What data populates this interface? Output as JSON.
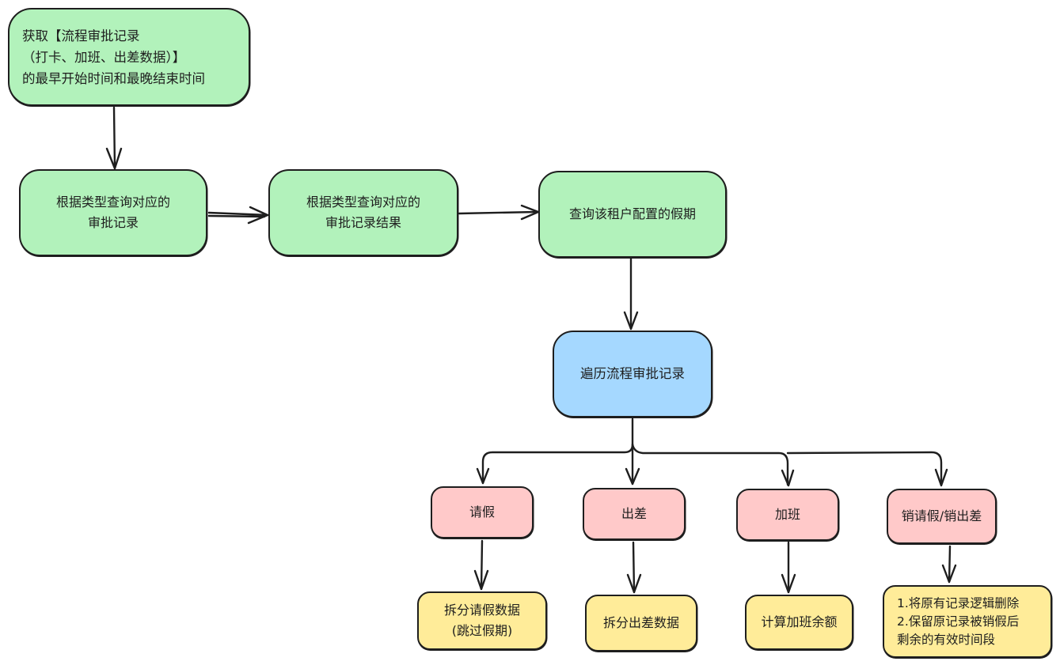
{
  "diagram": {
    "type": "flowchart",
    "style": "hand-drawn",
    "colors": {
      "stroke": "#1e1e1e",
      "green": "#b2f2bb",
      "blue": "#a5d8ff",
      "pink": "#ffc9c9",
      "yellow": "#ffec99"
    },
    "nodes": {
      "fetch": {
        "label": "获取【流程审批记录\n（打卡、加班、出差数据）】\n的最早开始时间和最晚结束时间",
        "color": "green"
      },
      "query": {
        "label": "根据类型查询对应的\n审批记录",
        "color": "green"
      },
      "result": {
        "label": "根据类型查询对应的\n审批记录结果",
        "color": "green"
      },
      "holiday": {
        "label": "查询该租户配置的假期",
        "color": "green"
      },
      "iterate": {
        "label": "遍历流程审批记录",
        "color": "blue"
      },
      "leave": {
        "label": "请假",
        "color": "pink"
      },
      "trip": {
        "label": "出差",
        "color": "pink"
      },
      "overtime": {
        "label": "加班",
        "color": "pink"
      },
      "cancel": {
        "label": "销请假/销出差",
        "color": "pink"
      },
      "split_leave": {
        "label": "拆分请假数据\n(跳过假期)",
        "color": "yellow"
      },
      "split_trip": {
        "label": "拆分出差数据",
        "color": "yellow"
      },
      "ot_calc": {
        "label": "计算加班余额",
        "color": "yellow"
      },
      "cancel_desc": {
        "label": "1.将原有记录逻辑删除\n2.保留原记录被销假后\n剩余的有效时间段",
        "color": "yellow"
      }
    },
    "edges": [
      {
        "from": "fetch",
        "to": "query"
      },
      {
        "from": "query",
        "to": "result"
      },
      {
        "from": "result",
        "to": "holiday"
      },
      {
        "from": "holiday",
        "to": "iterate"
      },
      {
        "from": "iterate",
        "to": "leave"
      },
      {
        "from": "iterate",
        "to": "trip"
      },
      {
        "from": "iterate",
        "to": "overtime"
      },
      {
        "from": "iterate",
        "to": "cancel"
      },
      {
        "from": "leave",
        "to": "split_leave"
      },
      {
        "from": "trip",
        "to": "split_trip"
      },
      {
        "from": "overtime",
        "to": "ot_calc"
      },
      {
        "from": "cancel",
        "to": "cancel_desc"
      }
    ]
  }
}
